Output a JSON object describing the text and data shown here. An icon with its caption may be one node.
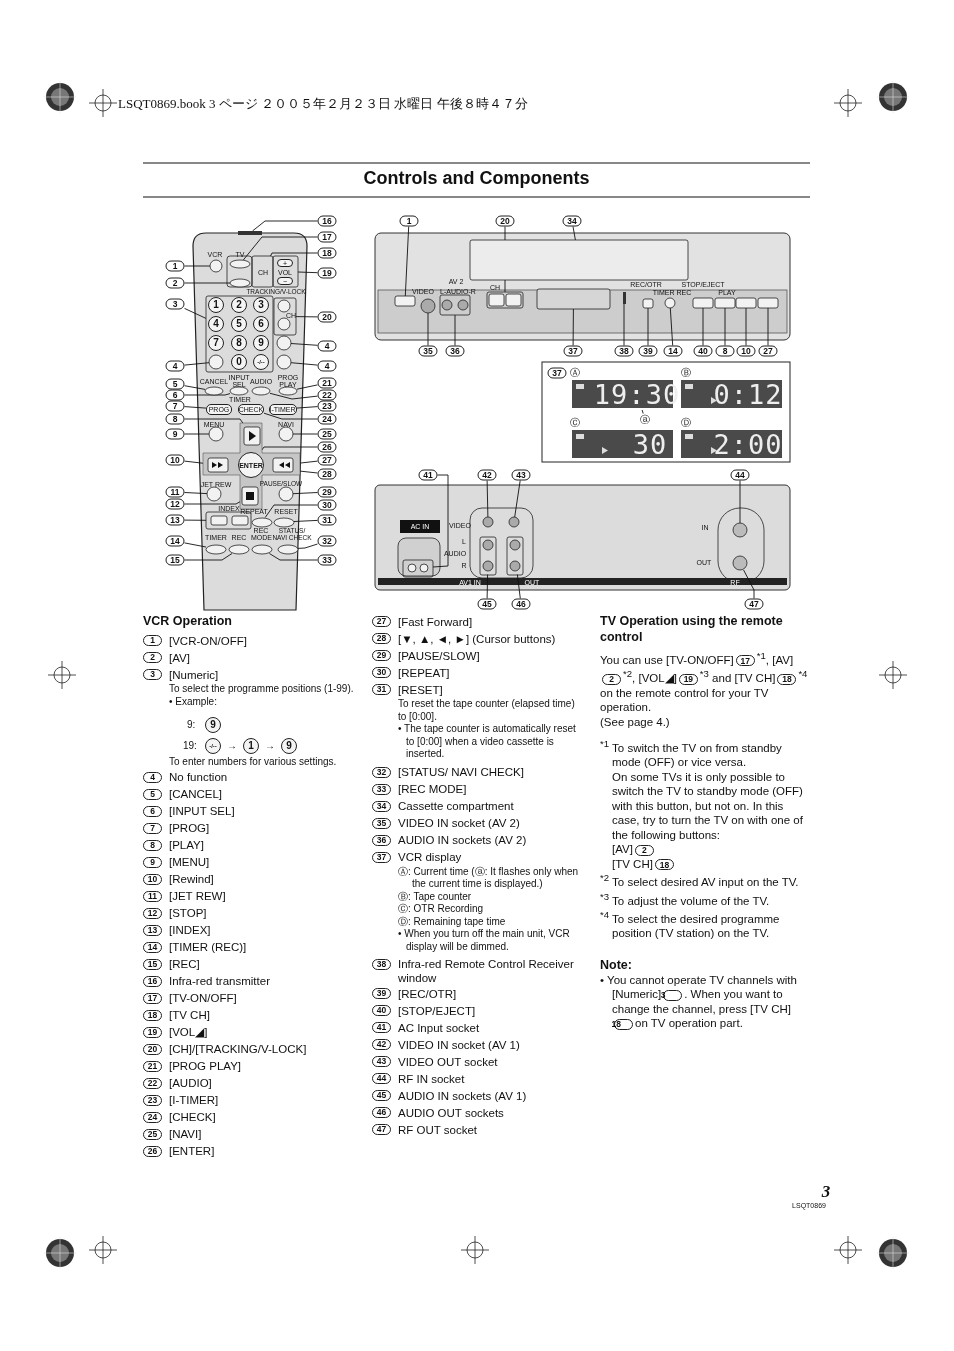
{
  "diagram": {
    "title": "Controls and Components",
    "nodes": [
      {
        "text": [
          "1"
        ]
      },
      {
        "text": [
          "2"
        ]
      },
      {
        "text": [
          "3"
        ]
      },
      {
        "text": [
          "4"
        ]
      },
      {
        "text": [
          "5"
        ]
      },
      {
        "text": [
          "6"
        ]
      },
      {
        "text": [
          "7"
        ]
      },
      {
        "text": [
          "8"
        ]
      },
      {
        "text": [
          "9"
        ]
      },
      {
        "text": [
          "10"
        ]
      },
      {
        "text": [
          "11"
        ]
      },
      {
        "text": [
          "12"
        ]
      },
      {
        "text": [
          "13"
        ]
      },
      {
        "text": [
          "14"
        ]
      },
      {
        "text": [
          "15"
        ]
      },
      {
        "text": [
          "16"
        ]
      },
      {
        "text": [
          "17"
        ]
      },
      {
        "text": [
          "18"
        ]
      },
      {
        "text": [
          "19"
        ]
      },
      {
        "text": [
          "20"
        ]
      },
      {
        "text": [
          "4"
        ]
      },
      {
        "text": [
          "4"
        ]
      },
      {
        "text": [
          "21"
        ]
      },
      {
        "text": [
          "22"
        ]
      },
      {
        "text": [
          "23"
        ]
      },
      {
        "text": [
          "24"
        ]
      },
      {
        "text": [
          "25"
        ]
      },
      {
        "text": [
          "26"
        ]
      },
      {
        "text": [
          "27"
        ]
      },
      {
        "text": [
          "28"
        ]
      },
      {
        "text": [
          "29"
        ]
      },
      {
        "text": [
          "30"
        ]
      },
      {
        "text": [
          "31"
        ]
      },
      {
        "text": [
          "32"
        ]
      },
      {
        "text": [
          "33"
        ]
      },
      {
        "text": [
          "1"
        ]
      },
      {
        "text": [
          "20"
        ]
      },
      {
        "text": [
          "34"
        ]
      },
      {
        "text": [
          "35"
        ]
      },
      {
        "text": [
          "36"
        ]
      },
      {
        "text": [
          "37"
        ]
      },
      {
        "text": [
          "38"
        ]
      },
      {
        "text": [
          "39"
        ]
      },
      {
        "text": [
          "14"
        ]
      },
      {
        "text": [
          "40"
        ]
      },
      {
        "text": [
          "8"
        ]
      },
      {
        "text": [
          "10"
        ]
      },
      {
        "text": [
          "27"
        ]
      },
      {
        "text": [
          "ⓐ"
        ]
      },
      {
        "text": [
          "41"
        ]
      },
      {
        "text": [
          "42"
        ]
      },
      {
        "text": [
          "43"
        ]
      },
      {
        "text": [
          "44"
        ]
      },
      {
        "text": [
          "45"
        ]
      },
      {
        "text": [
          "46"
        ]
      },
      {
        "text": [
          "47"
        ]
      },
      {
        "text": [],
        "shape": "circle"
      },
      {
        "text": [],
        "shape": "circle"
      },
      {
        "text": [],
        "shape": "box"
      },
      {
        "text": [],
        "shape": "circle",
        "in": 58
      },
      {
        "text": [],
        "shape": "circle"
      },
      {
        "text": [],
        "shape": "circle"
      },
      {
        "text": [
          "PROG"
        ]
      },
      {
        "text": [],
        "shape": "box",
        "in": 85
      },
      {
        "text": [],
        "shape": "circle"
      },
      {
        "text": [],
        "shape": "box",
        "in": 85
      },
      {
        "text": [],
        "shape": "circle"
      },
      {
        "text": [],
        "shape": "box",
        "in": 85
      },
      {
        "text": [],
        "shape": "box"
      },
      {
        "text": [],
        "shape": "circle"
      },
      {
        "text": [],
        "shape": "circle"
      },
      {
        "text": [],
        "shape": "bar"
      },
      {
        "text": [],
        "shape": "circle"
      },
      {
        "text": [],
        "shape": "box"
      },
      {
        "text": [],
        "shape": "box"
      },
      {
        "text": [],
        "shape": "box"
      },
      {
        "text": [],
        "shape": "circle"
      },
      {
        "text": [],
        "shape": "circle"
      },
      {
        "text": [],
        "shape": "circle"
      },
      {
        "text": [],
        "shape": "circle"
      },
      {
        "text": [
          "I-TIMER"
        ]
      },
      {
        "text": [
          "CHECK"
        ]
      },
      {
        "text": [],
        "shape": "circle"
      },
      {
        "text": [
          "ENTER"
        ],
        "in": 85
      },
      {
        "text": [],
        "shape": "box",
        "in": 85
      },
      {
        "text": [],
        "shape": "cross"
      },
      {
        "text": [],
        "shape": "circle"
      },
      {
        "text": [],
        "shape": "circle"
      },
      {
        "text": [],
        "shape": "circle"
      },
      {
        "text": [],
        "shape": "circle"
      },
      {
        "text": [],
        "shape": "circle"
      },
      {
        "text": [],
        "shape": "box"
      },
      {
        "text": [],
        "shape": "box"
      },
      {
        "text": [],
        "shape": "box"
      },
      {
        "text": [],
        "shape": "circle"
      },
      {
        "text": [],
        "shape": "box"
      },
      {
        "text": [],
        "shape": "box"
      },
      {
        "text": [],
        "shape": "bar"
      },
      {
        "text": [],
        "shape": "box"
      },
      {
        "text": [],
        "shape": "circle"
      },
      {
        "text": [],
        "shape": "box"
      },
      {
        "text": [],
        "shape": "box"
      },
      {
        "text": [],
        "shape": "box"
      },
      {
        "text": [],
        "shape": "box"
      },
      {
        "text": [],
        "shape": "box"
      },
      {
        "text": [],
        "shape": "circle"
      },
      {
        "text": [],
        "shape": "circle"
      },
      {
        "text": [],
        "shape": "circle"
      },
      {
        "text": [],
        "shape": "box"
      },
      {
        "text": [],
        "shape": "box"
      },
      {
        "text": [],
        "shape": "circle"
      },
      {
        "text": [
          "19:30"
        ]
      }
    ],
    "edges": [
      {
        "from": 0,
        "to": 56,
        "arrow": "none"
      },
      {
        "from": 1,
        "to": 57,
        "arrow": "none"
      },
      {
        "from": 2,
        "to": 58,
        "arrow": "none"
      },
      {
        "from": 3,
        "to": 59,
        "arrow": "none"
      },
      {
        "from": 4,
        "to": 60,
        "arrow": "none"
      },
      {
        "from": 5,
        "to": 61,
        "arrow": "none"
      },
      {
        "from": 6,
        "to": 62,
        "arrow": "none"
      },
      {
        "from": 7,
        "to": 63,
        "arrow": "none"
      },
      {
        "from": 8,
        "to": 64,
        "arrow": "none"
      },
      {
        "from": 9,
        "to": 65,
        "arrow": "none"
      },
      {
        "from": 10,
        "to": 66,
        "arrow": "none"
      },
      {
        "from": 11,
        "to": 67,
        "arrow": "none"
      },
      {
        "from": 12,
        "to": 68,
        "arrow": "none"
      },
      {
        "from": 13,
        "to": 69,
        "arrow": "none"
      },
      {
        "from": 14,
        "to": 70,
        "arrow": "none"
      },
      {
        "from": 15,
        "to": 71,
        "arrow": "none"
      },
      {
        "from": 16,
        "to": 72,
        "arrow": "none"
      },
      {
        "from": 17,
        "to": 73,
        "arrow": "none"
      },
      {
        "from": 18,
        "to": 74,
        "arrow": "none"
      },
      {
        "from": 19,
        "to": 75,
        "arrow": "none"
      },
      {
        "from": 20,
        "to": 76,
        "arrow": "none"
      },
      {
        "from": 21,
        "to": 77,
        "arrow": "none"
      },
      {
        "from": 22,
        "to": 78,
        "arrow": "none"
      },
      {
        "from": 23,
        "to": 79,
        "arrow": "none"
      },
      {
        "from": 24,
        "to": 80,
        "arrow": "none"
      },
      {
        "from": 25,
        "to": 81,
        "arrow": "none"
      },
      {
        "from": 26,
        "to": 82,
        "arrow": "none"
      },
      {
        "from": 27,
        "to": 83,
        "arrow": "none"
      },
      {
        "from": 28,
        "to": 84,
        "arrow": "none"
      },
      {
        "from": 29,
        "to": 85,
        "arrow": "none"
      },
      {
        "from": 30,
        "to": 86,
        "arrow": "none"
      },
      {
        "from": 31,
        "to": 87,
        "arrow": "none"
      },
      {
        "from": 32,
        "to": 88,
        "arrow": "none"
      },
      {
        "from": 33,
        "to": 89,
        "arrow": "none"
      },
      {
        "from": 34,
        "to": 90,
        "arrow": "none"
      },
      {
        "from": 35,
        "to": 91,
        "arrow": "none"
      },
      {
        "from": 36,
        "to": 92,
        "arrow": "none"
      },
      {
        "from": 37,
        "to": 93,
        "arrow": "none"
      },
      {
        "from": 38,
        "to": 94,
        "arrow": "none"
      },
      {
        "from": 39,
        "to": 95,
        "arrow": "none"
      },
      {
        "from": 40,
        "to": 96,
        "arrow": "none"
      },
      {
        "from": 41,
        "to": 97,
        "arrow": "none"
      },
      {
        "from": 42,
        "to": 98,
        "arrow": "none"
      },
      {
        "from": 43,
        "to": 99,
        "arrow": "none"
      },
      {
        "from": 44,
        "to": 100,
        "arrow": "none"
      },
      {
        "from": 45,
        "to": 101,
        "arrow": "none"
      },
      {
        "from": 46,
        "to": 102,
        "arrow": "none"
      },
      {
        "from": 47,
        "to": 103,
        "arrow": "none"
      },
      {
        "from": 48,
        "to": 111,
        "arrow": "none"
      },
      {
        "from": 49,
        "to": 104,
        "arrow": "none"
      },
      {
        "from": 50,
        "to": 105,
        "arrow": "none"
      },
      {
        "from": 51,
        "to": 106,
        "arrow": "none"
      },
      {
        "from": 52,
        "to": 107,
        "arrow": "none"
      },
      {
        "from": 53,
        "to": 108,
        "arrow": "none"
      },
      {
        "from": 54,
        "to": 109,
        "arrow": "none"
      },
      {
        "from": 55,
        "to": 110,
        "arrow": "none"
      }
    ],
    "labels": [
      "LSQT0869.book 3 ページ ２００５年２月２３日 水曜日 午後８時４７分",
      "VCR",
      "TV",
      "CH",
      "VOL",
      "+",
      "−",
      "TRACKING/V-LOCK",
      "CH",
      "1",
      "2",
      "3",
      "4",
      "5",
      "6",
      "7",
      "8",
      "9",
      "0",
      "-/--",
      "CANCEL",
      "INPUT SEL",
      "AUDIO",
      "PROG PLAY",
      "TIMER",
      "MENU",
      "NAVI",
      "JET REW",
      "PAUSE/SLOW",
      "INDEX",
      "REPEAT",
      "RESET",
      "TIMER",
      "REC",
      "REC MODE",
      "STATUS/ NAVI CHECK",
      "AV 2",
      "VIDEO",
      "L-AUDIO-R",
      "CH",
      "REC/OTR",
      "STOP/EJECT",
      "TIMER REC",
      "PLAY",
      "37",
      "Ⓐ",
      "Ⓑ",
      "0:12",
      "Ⓒ",
      "Ⓓ",
      "30",
      "2:00",
      "AC IN",
      "VIDEO",
      "L",
      "AUDIO",
      "R",
      "AV1 IN",
      "OUT",
      "IN",
      "OUT",
      "RF",
      "VCR Operation",
      "1",
      "[VCR-ON/OFF]",
      "2",
      "[AV]",
      "3",
      "[Numeric]",
      "To select the programme positions (1-99).",
      "• Example:",
      "9:",
      "9",
      "19:",
      "-/--",
      "→",
      "1",
      "→",
      "9",
      "To enter numbers for various settings.",
      "4",
      "No function",
      "5",
      "[CANCEL]",
      "6",
      "[INPUT SEL]",
      "7",
      "[PROG]",
      "8",
      "[PLAY]",
      "9",
      "[MENU]",
      "10",
      "[Rewind]",
      "11",
      "[JET REW]",
      "12",
      "[STOP]",
      "13",
      "[INDEX]",
      "14",
      "[TIMER (REC)]",
      "15",
      "[REC]",
      "16",
      "Infra-red transmitter",
      "17",
      "[TV-ON/OFF]",
      "18",
      "[TV CH]",
      "19",
      "[VOL◢]",
      "20",
      "[CH]/[TRACKING/V-LOCK]",
      "21",
      "[PROG PLAY]",
      "22",
      "[AUDIO]",
      "23",
      "[I-TIMER]",
      "24",
      "[CHECK]",
      "25",
      "[NAVI]",
      "26",
      "[ENTER]",
      "27",
      "[Fast Forward]",
      "28",
      "[▼, ▲, ◄, ►] (Cursor buttons)",
      "29",
      "[PAUSE/SLOW]",
      "30",
      "[REPEAT]",
      "31",
      "[RESET]",
      "To reset the tape counter (elapsed time) to [0:00].",
      "• The tape counter is automatically reset to [0:00] when a video cassette is inserted.",
      "32",
      "[STATUS/ NAVI CHECK]",
      "33",
      "[REC MODE]",
      "34",
      "Cassette compartment",
      "35",
      "VIDEO IN socket (AV 2)",
      "36",
      "AUDIO IN sockets (AV 2)",
      "37",
      "VCR display",
      "Ⓐ: Current time (ⓐ: It flashes only when the current time is displayed.)",
      "Ⓑ: Tape counter",
      "Ⓒ: OTR Recording",
      "Ⓓ: Remaining tape time",
      "• When you turn off the main unit, VCR display will be dimmed.",
      "38",
      "Infra-red Remote Control Receiver window",
      "39",
      "[REC/OTR]",
      "40",
      "[STOP/EJECT]",
      "41",
      "AC Input socket",
      "42",
      "VIDEO IN socket (AV 1)",
      "43",
      "VIDEO OUT socket",
      "44",
      "RF IN socket",
      "45",
      "AUDIO IN sockets (AV 1)",
      "46",
      "AUDIO OUT sockets",
      "47",
      "RF OUT socket",
      "TV Operation using the remote control",
      "You can use [TV-ON/OFF]",
      "17",
      "$^{*1}$, [AV]",
      "2",
      "$^{*2}$, [VOL◢]",
      "19",
      "$^{*3}$ and [TV CH]",
      "18",
      "$^{*4}$ on the remote control for your TV operation.",
      "(See page 4.)",
      "$^{*1}$ To switch the TV on from standby mode (OFF) or vice versa.",
      "On some TVs it is only possible to switch the TV to standby mode (OFF) with this button, but not on. In this case, try to turn the TV on with one of the following buttons:",
      "[AV]",
      "2",
      "[TV CH]",
      "18",
      "$^{*2}$ To select desired AV input on the TV.",
      "$^{*3}$ To adjust the volume of the TV.",
      "$^{*4}$ To select the desired programme position (TV station) on the TV.",
      "Note:",
      "• You cannot operate TV channels with [Numeric]",
      "3",
      ". When you want to change the channel, press [TV CH]",
      "18",
      "on TV operation part.",
      "3",
      "LSQT0869"
    ]
  }
}
